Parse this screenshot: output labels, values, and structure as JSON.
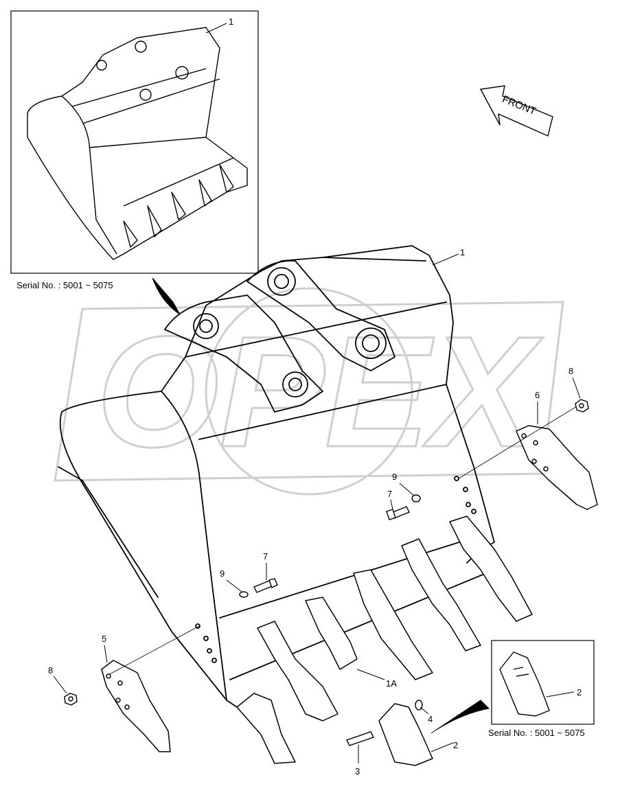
{
  "corner_mark": "",
  "front_label": "FRONT",
  "watermark": "OPEX",
  "inset_top": {
    "serial": "Serial No. : 5001 ~ 5075",
    "callout": "1"
  },
  "inset_bottom": {
    "serial": "Serial No. : 5001 ~ 5075",
    "callout": "2"
  },
  "callouts": {
    "bucket": "1",
    "tooth_adapter": "1A",
    "tooth": "2",
    "pin": "3",
    "lock": "4",
    "side_cutter_left": "5",
    "side_cutter_right": "6",
    "bolt_left": "7",
    "bolt_right": "7",
    "nut_left": "8",
    "nut_right": "8",
    "washer_left": "9",
    "washer_right": "9"
  },
  "colors": {
    "line": "#000000",
    "watermark": "#d0d0d0",
    "background": "#ffffff"
  }
}
